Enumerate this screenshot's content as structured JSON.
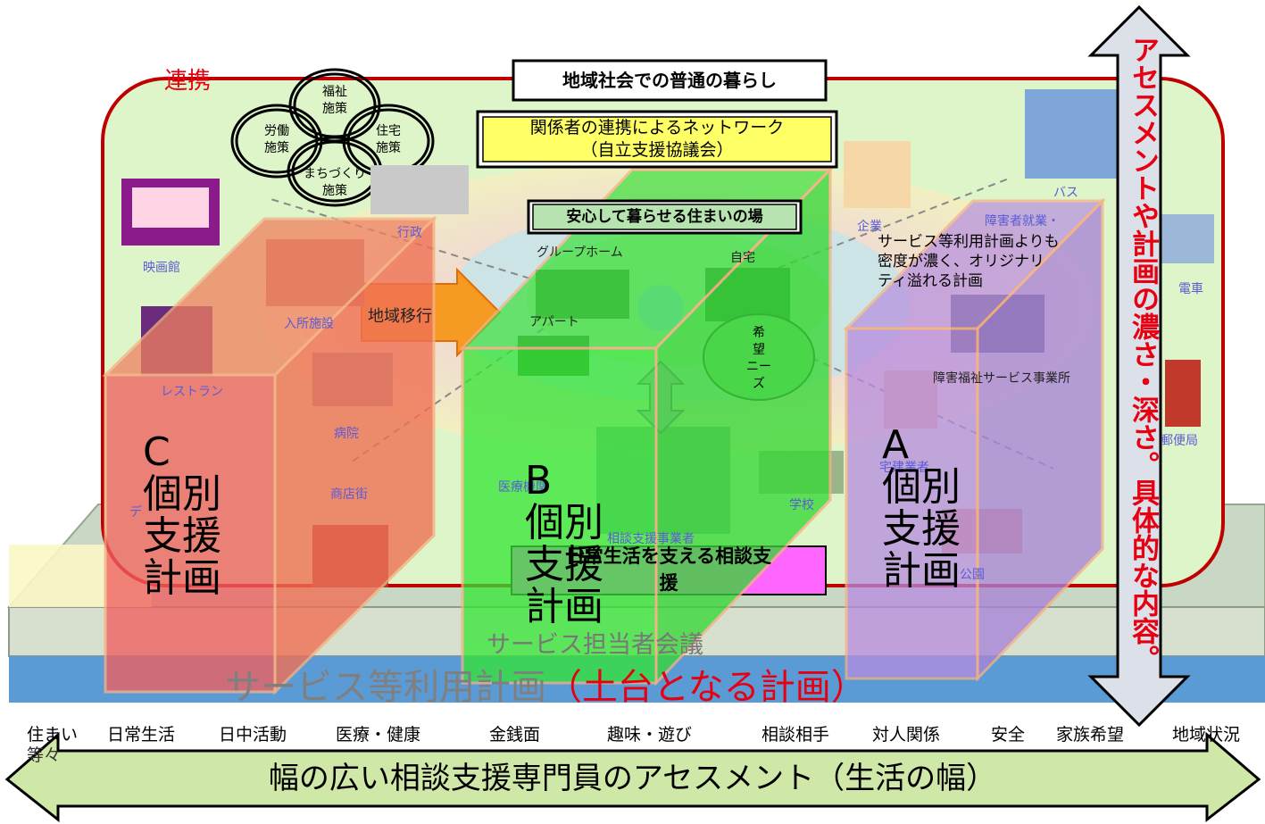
{
  "colors": {
    "renkei_frame": "#c00000",
    "renkei_fill": "#ddf5c9",
    "assessment_arrow": "#cfe8a8",
    "service_plan_bar": "#5b9bd5",
    "red_text": "#e60012",
    "panel_c": "#f06060",
    "panel_b": "#33e633",
    "panel_a": "#b78be0"
  },
  "renkei_label": "連携",
  "top_box": "地域社会での普通の暮らし",
  "network_box": {
    "line1": "関係者の連携によるネットワーク",
    "line2": "（自立支援協議会）"
  },
  "housing_box": "安心して暮らせる住まいの場",
  "support_box": {
    "line1": "日常生活を支える相談支",
    "line2": "援"
  },
  "policy_circles": {
    "welfare_l1": "福祉",
    "welfare_l2": "施策",
    "labor_l1": "労働",
    "labor_l2": "施策",
    "housing_l1": "住宅",
    "housing_l2": "施策",
    "town_l1": "まちづくり",
    "town_l2": "施策"
  },
  "places": {
    "movie": "映画館",
    "restaurant": "レストラン",
    "gov": "行政",
    "facility": "入所施設",
    "hospital": "病院",
    "shops": "商店街",
    "group_home": "グループホーム",
    "home": "自宅",
    "apartment": "アパート",
    "medical": "医療機関",
    "consult": "相談支援事業者",
    "school": "学校",
    "company": "企業",
    "bus": "バス",
    "train": "電車",
    "post": "郵便局",
    "welfare_office": "障害福祉サービス事業所",
    "realestate": "宅建業者",
    "park": "公園",
    "dept": "デ",
    "employment": "障害者就業・"
  },
  "chiiki_ikou": "地域移行",
  "needs": {
    "c1": "希",
    "c2": "望",
    "c3": "ニー",
    "c4": "ズ"
  },
  "a_note": {
    "line1": "サービス等利用計画よりも",
    "line2": "密度が濃く、オリジナリ",
    "line3": "ティ溢れる計画"
  },
  "tantousha": "サービス担当者会議",
  "service_plan": "サービス等利用計画",
  "dodai": "（土台となる計画）",
  "panels": {
    "c": {
      "letter": "C",
      "l1": "個別",
      "l2": "支援",
      "l3": "計画"
    },
    "b": {
      "letter": "B",
      "l1": "個別",
      "l2": "支援",
      "l3": "計画"
    },
    "a": {
      "letter": "A",
      "l1": "個別",
      "l2": "支援",
      "l3": "計画"
    }
  },
  "vertical_label": "アセスメントや計画の濃さ・深さ。具体的な内容。",
  "categories": [
    "住まい",
    "日常生活",
    "日中活動",
    "医療・健康",
    "金銭面",
    "趣味・遊び",
    "相談相手",
    "対人関係",
    "安全",
    "家族希望",
    "地域状況"
  ],
  "category_sub": "等々",
  "bottom_arrow": "幅の広い相談支援専門員のアセスメント（生活の幅）"
}
